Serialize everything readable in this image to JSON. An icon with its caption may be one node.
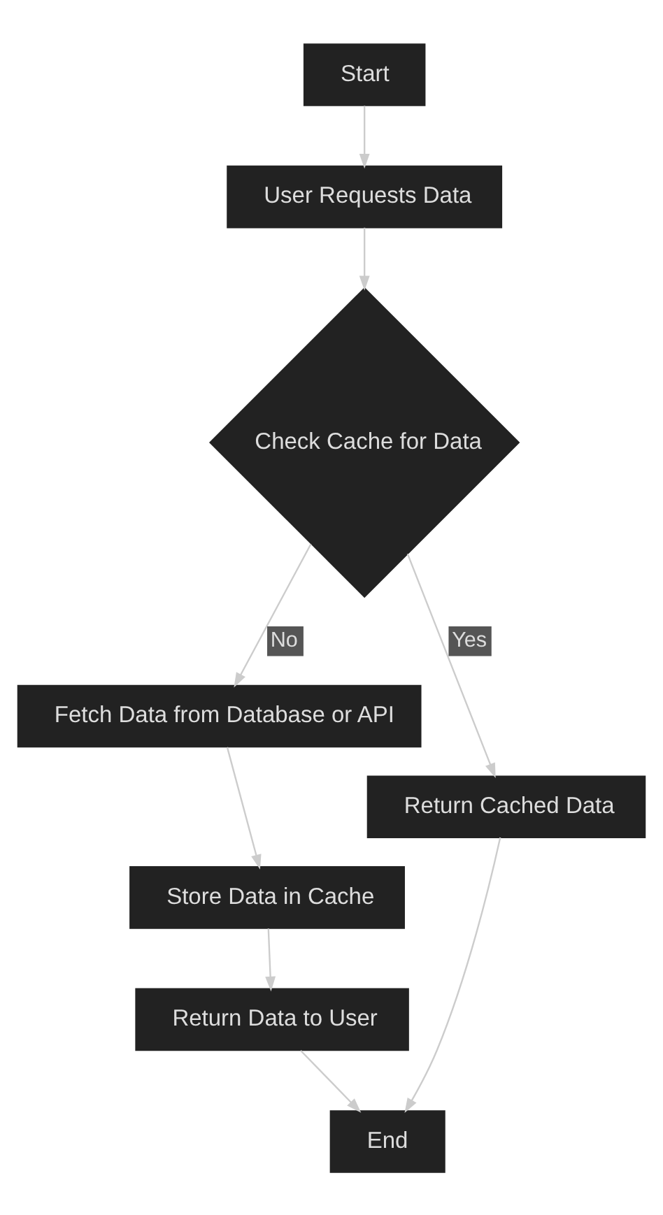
{
  "diagram": {
    "nodes": [
      {
        "text": [
          "Start"
        ]
      },
      {
        "text": [
          "User Requests Data"
        ]
      },
      {
        "text": [
          "Check Cache for Data"
        ]
      },
      {
        "text": [
          "Fetch Data from Database or API"
        ]
      },
      {
        "text": [
          "Store Data in Cache"
        ]
      },
      {
        "text": [
          "Return Cached Data"
        ]
      },
      {
        "text": [
          "Return Data to User"
        ]
      },
      {
        "text": [
          "End"
        ]
      }
    ],
    "edges": [
      {
        "from": 0,
        "to": 1,
        "arrow": "to"
      },
      {
        "from": 1,
        "to": 2,
        "arrow": "to"
      },
      {
        "from": 2,
        "to": 5,
        "arrow": "to",
        "label": "Yes"
      },
      {
        "from": 2,
        "to": 3,
        "arrow": "to",
        "label": "No"
      },
      {
        "from": 3,
        "to": 4,
        "arrow": "to"
      },
      {
        "from": 4,
        "to": 6,
        "arrow": "to"
      },
      {
        "from": 5,
        "to": 7,
        "arrow": "to"
      },
      {
        "from": 6,
        "to": 7,
        "arrow": "to"
      }
    ]
  }
}
